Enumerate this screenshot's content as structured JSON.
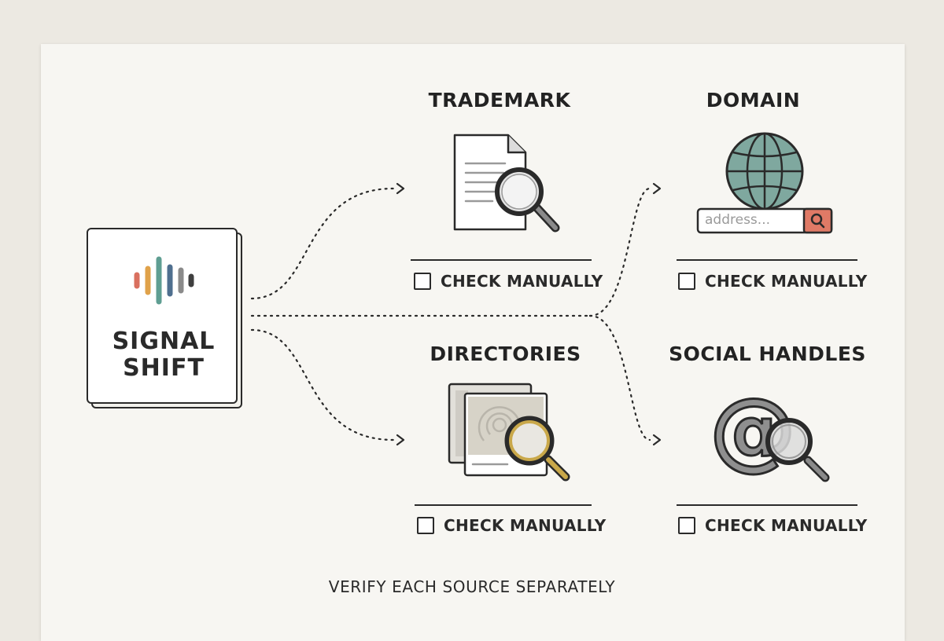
{
  "logo": {
    "line1": "SIGNAL",
    "line2": "SHIFT"
  },
  "sources": [
    {
      "title": "TRADEMARK",
      "icon": "document-magnifier-icon",
      "check_label": "CHECK MANUALLY"
    },
    {
      "title": "DOMAIN",
      "icon": "globe-icon",
      "address_placeholder": "address...",
      "check_label": "CHECK MANUALLY"
    },
    {
      "title": "DIRECTORIES",
      "icon": "listing-cards-magnifier-icon",
      "check_label": "CHECK MANUALLY"
    },
    {
      "title": "SOCIAL HANDLES",
      "icon": "at-sign-magnifier-icon",
      "check_label": "CHECK MANUALLY"
    }
  ],
  "footer": {
    "caption": "VERIFY EACH SOURCE SEPARATELY"
  },
  "colors": {
    "ink": "#2a2a2a",
    "paper": "#f7f6f2",
    "background": "#ece9e2",
    "globe": "#7fa89f",
    "search_button": "#e07a66",
    "lens_gold": "#c9a84a",
    "wave_red": "#d9705f",
    "wave_orange": "#e0a24a",
    "wave_teal": "#5f9e92",
    "wave_blue": "#4f6f8f",
    "wave_gray": "#8a8a8a"
  }
}
